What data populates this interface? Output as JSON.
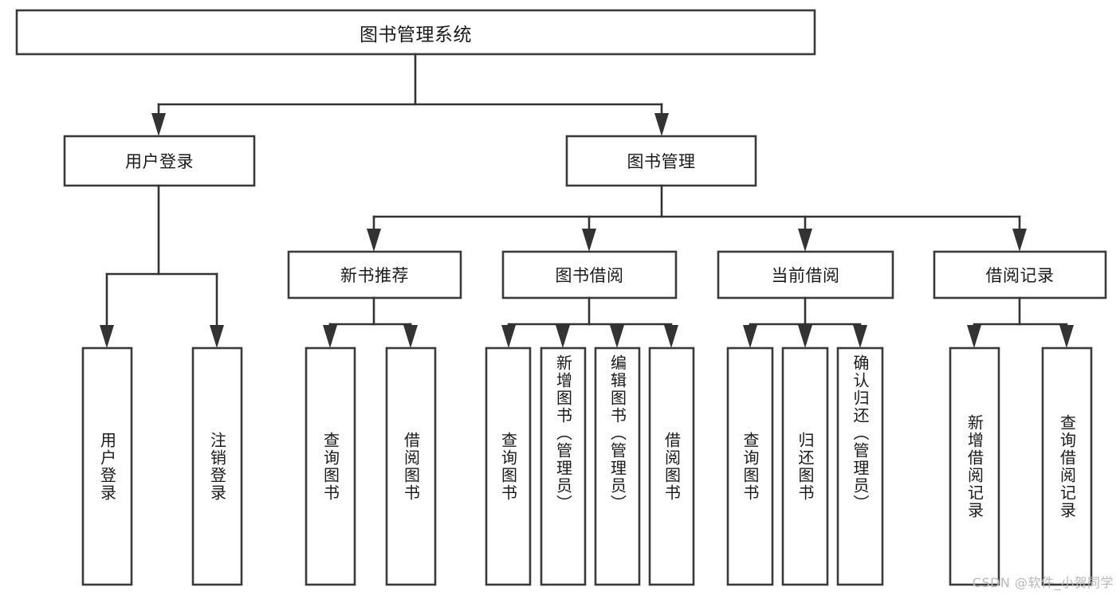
{
  "diagram": {
    "type": "tree-hierarchy",
    "orientation": "top-down",
    "title": "图书管理系统",
    "colors": {
      "box_fill": "#ffffff",
      "box_stroke": "#3a3a3a",
      "connector": "#333333",
      "text": "#1a1a1a",
      "watermark": "#b8b8b8",
      "background": "#ffffff"
    },
    "root": {
      "label": "图书管理系统",
      "orientation": "horizontal"
    },
    "level1": [
      {
        "id": "user-login",
        "label": "用户登录",
        "orientation": "horizontal"
      },
      {
        "id": "book-manage",
        "label": "图书管理",
        "orientation": "horizontal"
      }
    ],
    "level2": [
      {
        "id": "new-book-recommend",
        "label": "新书推荐",
        "parent": "book-manage",
        "orientation": "horizontal"
      },
      {
        "id": "book-borrow",
        "label": "图书借阅",
        "parent": "book-manage",
        "orientation": "horizontal"
      },
      {
        "id": "current-borrow",
        "label": "当前借阅",
        "parent": "book-manage",
        "orientation": "horizontal"
      },
      {
        "id": "borrow-record",
        "label": "借阅记录",
        "parent": "book-manage",
        "orientation": "horizontal"
      }
    ],
    "leaves": [
      {
        "id": "leaf-user-login",
        "label": "用户登录",
        "parent": "user-login",
        "orientation": "vertical"
      },
      {
        "id": "leaf-logout-login",
        "label": "注销登录",
        "parent": "user-login",
        "orientation": "vertical"
      },
      {
        "id": "leaf-query-book-1",
        "label": "查询图书",
        "parent": "new-book-recommend",
        "orientation": "vertical"
      },
      {
        "id": "leaf-borrow-book-1",
        "label": "借阅图书",
        "parent": "new-book-recommend",
        "orientation": "vertical"
      },
      {
        "id": "leaf-query-book-2",
        "label": "查询图书",
        "parent": "book-borrow",
        "orientation": "vertical"
      },
      {
        "id": "leaf-add-book",
        "label": "新增图书（管理员）",
        "parent": "book-borrow",
        "orientation": "vertical"
      },
      {
        "id": "leaf-edit-book",
        "label": "编辑图书（管理员）",
        "parent": "book-borrow",
        "orientation": "vertical"
      },
      {
        "id": "leaf-borrow-book-2",
        "label": "借阅图书",
        "parent": "book-borrow",
        "orientation": "vertical"
      },
      {
        "id": "leaf-query-book-3",
        "label": "查询图书",
        "parent": "current-borrow",
        "orientation": "vertical"
      },
      {
        "id": "leaf-return-book",
        "label": "归还图书",
        "parent": "current-borrow",
        "orientation": "vertical"
      },
      {
        "id": "leaf-confirm-return",
        "label": "确认归还（管理员）",
        "parent": "current-borrow",
        "orientation": "vertical"
      },
      {
        "id": "leaf-add-record",
        "label": "新增借阅记录",
        "parent": "borrow-record",
        "orientation": "vertical"
      },
      {
        "id": "leaf-query-record",
        "label": "查询借阅记录",
        "parent": "borrow-record",
        "orientation": "vertical"
      }
    ],
    "watermark": "CSDN @软件_小贺同学"
  }
}
